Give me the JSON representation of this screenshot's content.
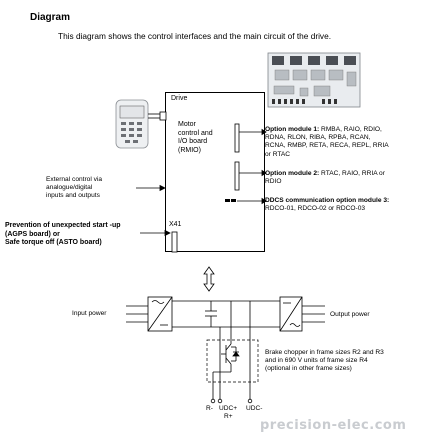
{
  "heading": "Diagram",
  "intro": "This diagram shows the control interfaces and the main circuit of the drive.",
  "drive": {
    "title": "Drive",
    "motor_board": [
      "Motor",
      "control and",
      "I/O board",
      "(RMIO)"
    ],
    "x41": "X41"
  },
  "external_control": [
    "External control via",
    "analogue/digital",
    "inputs and outputs"
  ],
  "prevention": [
    "Prevention of unexpected start -up",
    "(AGPS board) or",
    "Safe torque off (ASTO board)"
  ],
  "option1": {
    "label": "Option module 1:",
    "rest_first": " RMBA, RAIO, RDIO,",
    "lines": [
      "RDNA, RLON, RIBA, RPBA, RCAN,",
      "RCNA, RMBP, RETA, RECA, REPL, RRIA",
      "or RTAC"
    ]
  },
  "option2": {
    "label": "Option module 2:",
    "rest_first": " RTAC, RAIO, RRIA or",
    "lines": [
      "RDIO"
    ]
  },
  "ddcs": {
    "label": "DDCS communication option module 3:",
    "lines": [
      "RDCO-01, RDCO-02 or RDCO-03"
    ]
  },
  "input_power": "Input power",
  "output_power": "Output power",
  "brake_note": [
    "Brake chopper in frame sizes R2 and R3",
    "and in 690 V units of frame size R4",
    "(optional in other frame sizes)"
  ],
  "terminals": {
    "r_minus": "R-",
    "udc_plus": "UDC+",
    "r_plus": "R+",
    "udc_minus": "UDC-"
  },
  "watermark": "precision-elec.com",
  "icons": [
    "control-panel-icon",
    "drive-board-icon",
    "rectifier-icon",
    "inverter-icon",
    "capacitor-icon",
    "igbt-icon"
  ]
}
